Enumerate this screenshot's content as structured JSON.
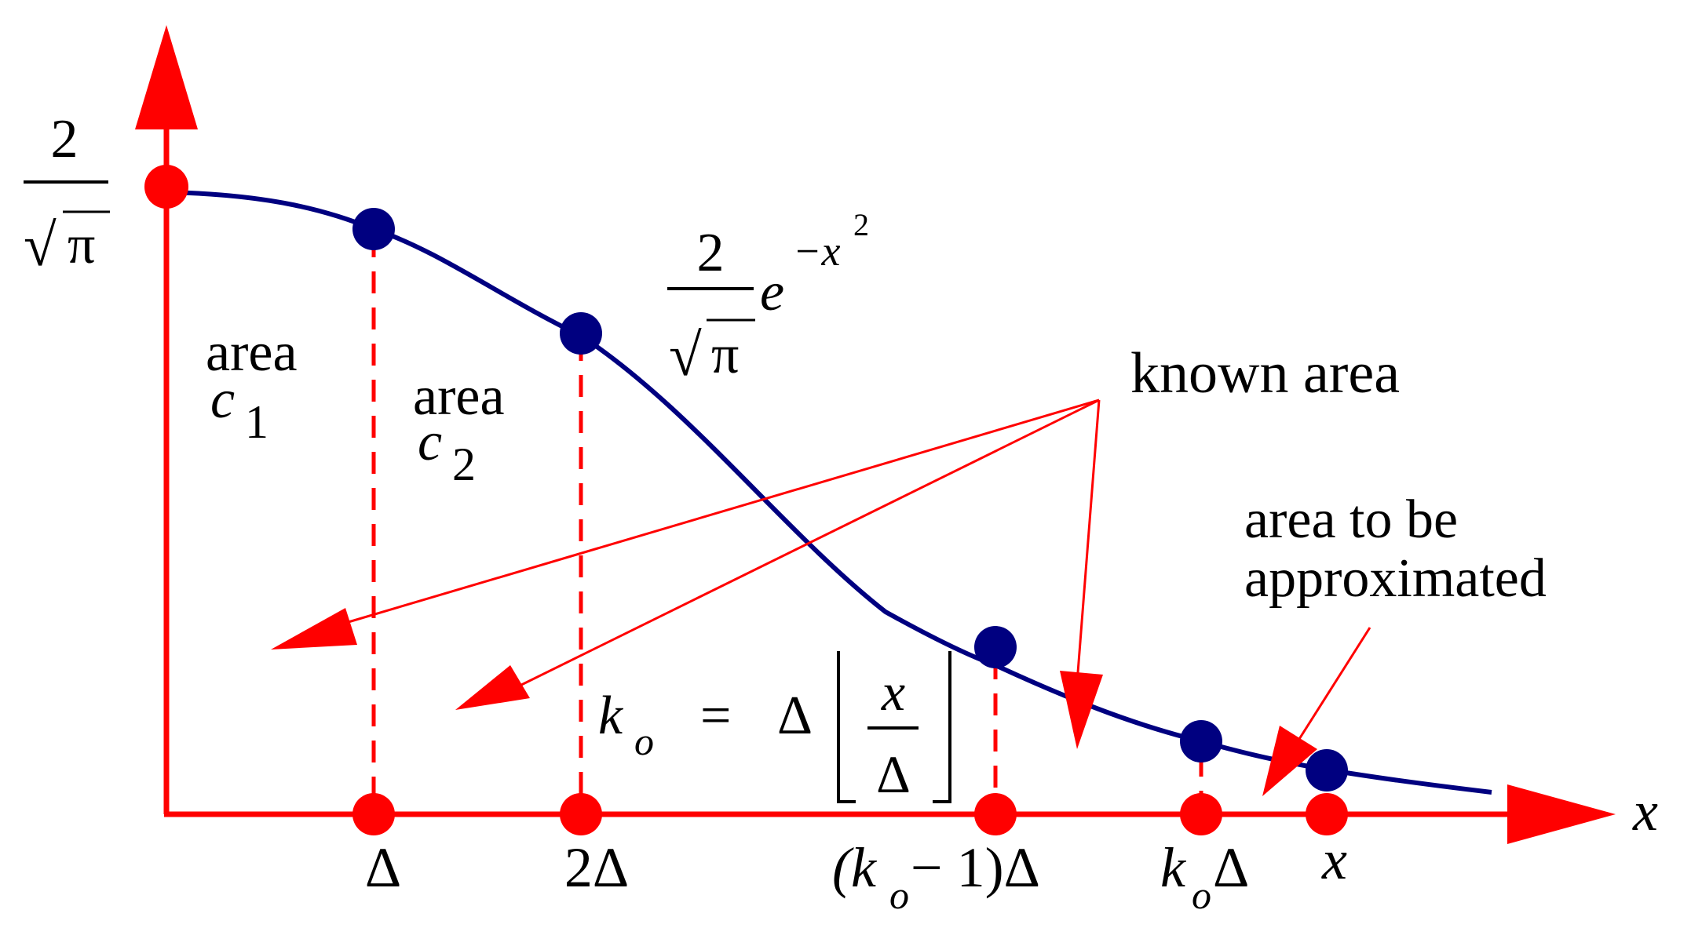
{
  "colors": {
    "axis": "#ff0000",
    "curve": "#000080",
    "point": "#000080",
    "annotation_arrow": "#ff0000",
    "text": "#000000"
  },
  "y_axis_label": {
    "numerator": "2",
    "radical": "√",
    "radicand": "π"
  },
  "x_axis_label": "x",
  "curve_label": {
    "numerator": "2",
    "radical": "√",
    "radicand": "π",
    "base": "e",
    "exponent": "−x",
    "exponent_power": "2"
  },
  "area_labels": [
    {
      "word": "area",
      "symbol": "c",
      "subscript": "1"
    },
    {
      "word": "area",
      "symbol": "c",
      "subscript": "2"
    }
  ],
  "known_area_label": "known area",
  "approx_area_label": [
    "area to be",
    "approximated"
  ],
  "ko_formula": {
    "k": "k",
    "sub": "o",
    "equals": "=",
    "delta": "Δ",
    "frac_num": "x",
    "frac_den": "Δ"
  },
  "tick_labels": {
    "t1": "Δ",
    "t2": "2Δ",
    "t3_open": "(k",
    "t3_sub": "o",
    "t3_rest": " − 1)Δ",
    "t4_k": "k",
    "t4_sub": "o",
    "t4_delta": "Δ",
    "t5": "x"
  }
}
